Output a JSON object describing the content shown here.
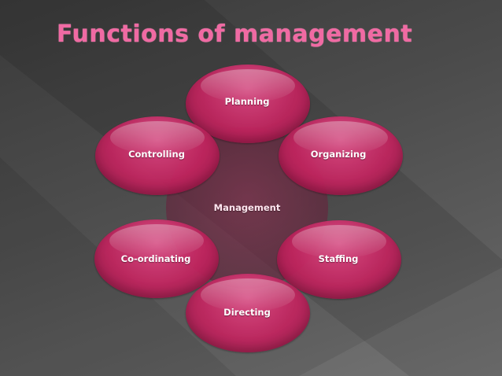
{
  "slide": {
    "title": "Functions of management",
    "background_color": "#4a4a4a",
    "title_color": "#f06aa3"
  },
  "diagram": {
    "center": {
      "label": "Management"
    },
    "nodes": [
      {
        "label": "Planning"
      },
      {
        "label": "Organizing"
      },
      {
        "label": "Staffing"
      },
      {
        "label": "Directing"
      },
      {
        "label": "Co-ordinating"
      },
      {
        "label": "Controlling"
      }
    ],
    "node_color": "#c3245f"
  }
}
